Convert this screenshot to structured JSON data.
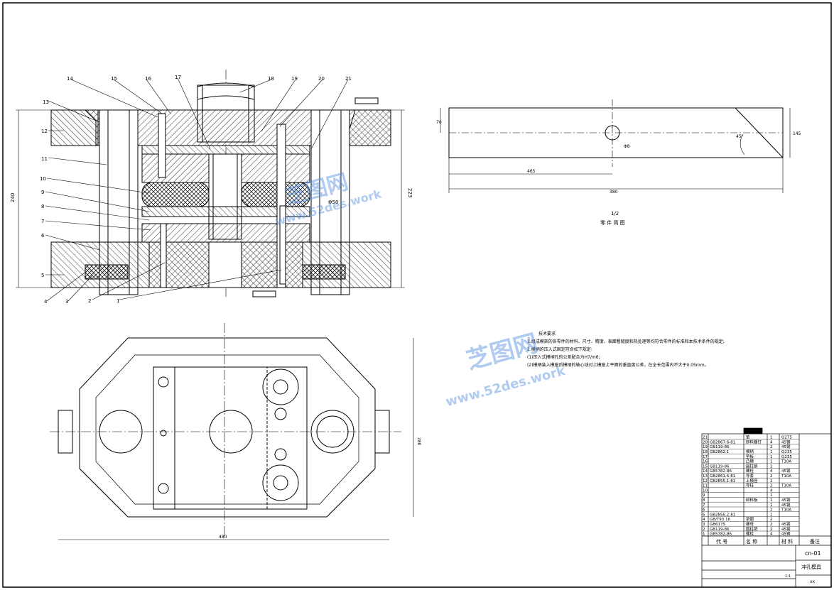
{
  "drawing": {
    "part_labels": [
      "1",
      "2",
      "3",
      "4",
      "5",
      "6",
      "7",
      "8",
      "9",
      "10",
      "11",
      "12",
      "13",
      "14",
      "15",
      "16",
      "17",
      "18",
      "19",
      "20",
      "21"
    ],
    "dimensions": {
      "height_left": "240",
      "height_right": "223",
      "plan_width": "480",
      "plan_height": "280",
      "center_bore": "Φ50",
      "part_length": "380",
      "part_half": "465",
      "part_thickness": "70",
      "part_height": "145",
      "part_hole": "Φ8",
      "part_angle": "45°"
    },
    "part_sketch": {
      "scale": "1/2",
      "caption": "零 件 简 图"
    }
  },
  "tech_requirements": {
    "title": "技术要求",
    "lines": [
      "1.组成模架的各零件的材料、尺寸、精度、表面粗糙度和热处理等均符合零件的标准和本技术条件的规定;",
      "2.模柄的压入式固定符合如下规定:",
      "(1)压入式模柄孔的公差配合为H7/m6;",
      "(2)模柄装入模座后模柄的轴心线对上模座上平面的垂直度公差，在全长范围内不大于0.05mm。"
    ]
  },
  "bom": {
    "headers": [
      "代 号",
      "名 称",
      "材 料",
      "备注"
    ],
    "rows": [
      {
        "no": "21",
        "code": "",
        "name": "垫",
        "qty": "1",
        "material": "Q275"
      },
      {
        "no": "20",
        "code": "GB2867.6-81",
        "name": "卸料螺钉",
        "qty": "4",
        "material": "45钢"
      },
      {
        "no": "19",
        "code": "GB119-86",
        "name": "",
        "qty": "2",
        "material": "45钢"
      },
      {
        "no": "18",
        "code": "GB2862.1",
        "name": "模柄",
        "qty": "1",
        "material": "Q235"
      },
      {
        "no": "17",
        "code": "",
        "name": "垫板",
        "qty": "1",
        "material": "Q235"
      },
      {
        "no": "16",
        "code": "",
        "name": "凸模",
        "qty": "1",
        "material": "T10A"
      },
      {
        "no": "15",
        "code": "GB119-86",
        "name": "圆柱销",
        "qty": "2",
        "material": ""
      },
      {
        "no": "14",
        "code": "GB5782-86",
        "name": "螺栓",
        "qty": "4",
        "material": "45钢"
      },
      {
        "no": "13",
        "code": "GB2861.6-81",
        "name": "导套",
        "qty": "2",
        "material": "T10A"
      },
      {
        "no": "12",
        "code": "GB2855.1-81",
        "name": "上模座",
        "qty": "1",
        "material": ""
      },
      {
        "no": "11",
        "code": "",
        "name": "导柱",
        "qty": "2",
        "material": "T10A"
      },
      {
        "no": "10",
        "code": "",
        "name": "",
        "qty": "4",
        "material": ""
      },
      {
        "no": "9",
        "code": "",
        "name": "",
        "qty": "1",
        "material": ""
      },
      {
        "no": "8",
        "code": "",
        "name": "卸料板",
        "qty": "1",
        "material": "45钢"
      },
      {
        "no": "7",
        "code": "",
        "name": "",
        "qty": "1",
        "material": "45钢"
      },
      {
        "no": "6",
        "code": "",
        "name": "",
        "qty": "2",
        "material": "T10A"
      },
      {
        "no": "5",
        "code": "GB2855.2-81",
        "name": "",
        "qty": "1",
        "material": ""
      },
      {
        "no": "4",
        "code": "GB/T93 16",
        "name": "垫圈",
        "qty": "2",
        "material": ""
      },
      {
        "no": "3",
        "code": "GB6175",
        "name": "螺母",
        "qty": "2",
        "material": "45钢"
      },
      {
        "no": "2",
        "code": "GB119-86",
        "name": "圆柱销",
        "qty": "2",
        "material": "45钢"
      },
      {
        "no": "1",
        "code": "GB5782-86",
        "name": "螺栓",
        "qty": "4",
        "material": "45钢"
      }
    ]
  },
  "title_block": {
    "drawing_no": "cn-01",
    "drawing_name": "冲孔模具",
    "company": "xx",
    "scale": "1:1"
  },
  "watermark": {
    "brand": "芝图网",
    "url": "www.52des.work"
  }
}
